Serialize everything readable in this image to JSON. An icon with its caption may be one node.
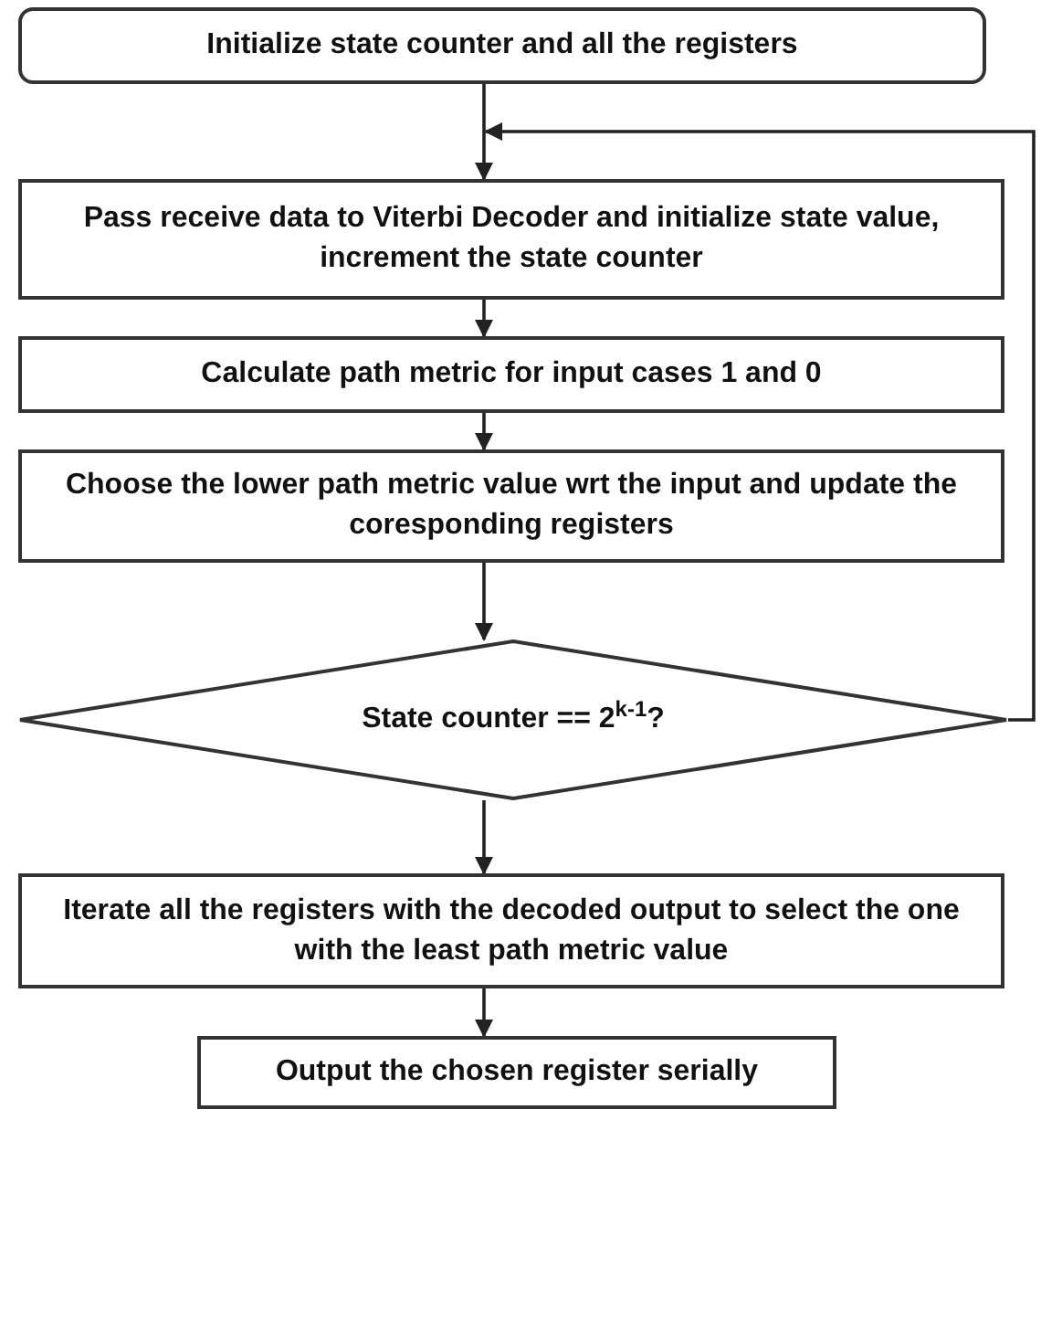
{
  "diagram": {
    "nodes": [
      {
        "text": [
          "Initialize state counter and all the registers"
        ]
      },
      {
        "text": [
          "Pass receive data to Viterbi Decoder and initialize state value, increment the state counter"
        ]
      },
      {
        "text": [
          "Calculate path metric for input cases 1 and 0"
        ]
      },
      {
        "text": [
          "Choose the lower path metric value wrt the input and update the coresponding registers"
        ]
      },
      {
        "text": [
          "State counter == 2$^{k-1}$?"
        ]
      },
      {
        "text": [
          "Iterate all the registers with the decoded output to select the one with the least path metric value"
        ]
      },
      {
        "text": [
          "Output the chosen register serially"
        ]
      }
    ],
    "edges": [
      {
        "from": 0,
        "to": 1,
        "arrow": "to"
      },
      {
        "from": 1,
        "to": 2,
        "arrow": "to"
      },
      {
        "from": 2,
        "to": 3,
        "arrow": "to"
      },
      {
        "from": 3,
        "to": 4,
        "arrow": "to"
      },
      {
        "from": 4,
        "to": 1,
        "arrow": "to"
      },
      {
        "from": 4,
        "to": 5,
        "arrow": "to"
      },
      {
        "from": 5,
        "to": 6,
        "arrow": "to"
      }
    ]
  }
}
